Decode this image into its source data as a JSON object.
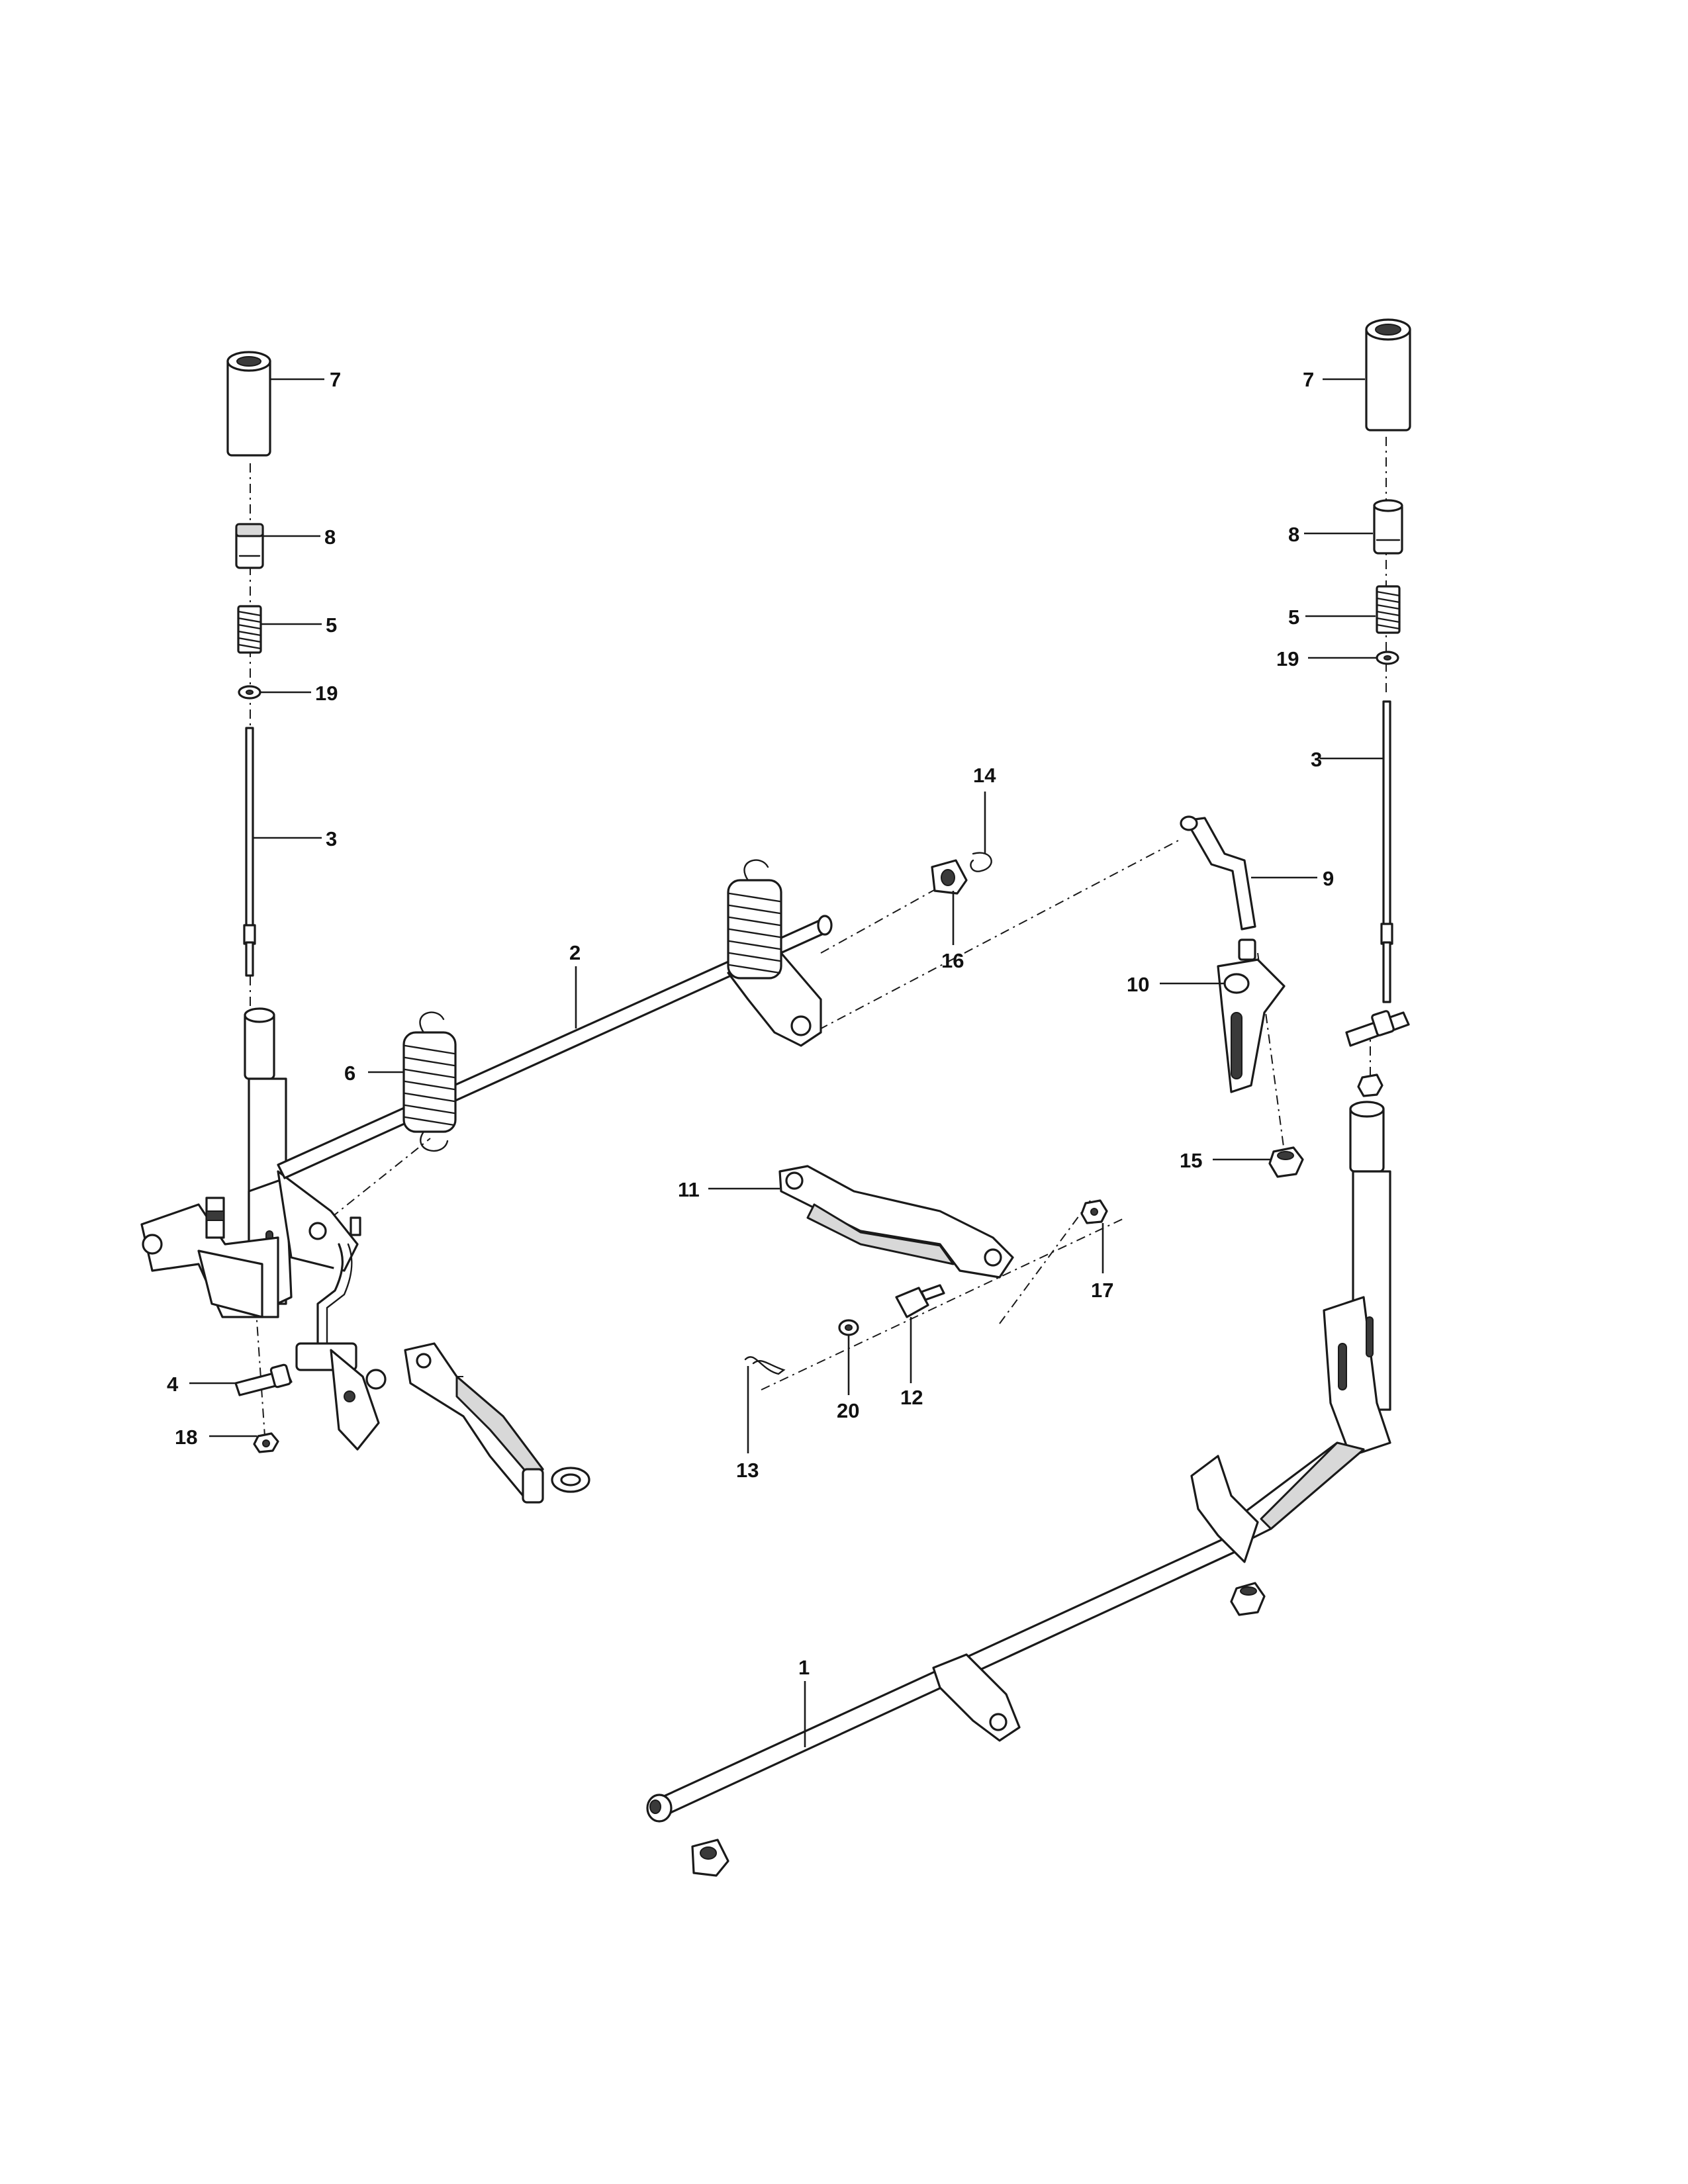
{
  "callouts": {
    "c1": "1",
    "c2": "2",
    "c3_left": "3",
    "c3_right": "3",
    "c4": "4",
    "c5_left": "5",
    "c5_right": "5",
    "c6": "6",
    "c7_left": "7",
    "c7_right": "7",
    "c8_left": "8",
    "c8_right": "8",
    "c9": "9",
    "c10": "10",
    "c11": "11",
    "c12": "12",
    "c13": "13",
    "c14": "14",
    "c15": "15",
    "c16": "16",
    "c17": "17",
    "c18": "18",
    "c19_left": "19",
    "c19_right": "19",
    "c20": "20"
  },
  "colors": {
    "line": "#1a1a1a",
    "background": "#ffffff"
  }
}
